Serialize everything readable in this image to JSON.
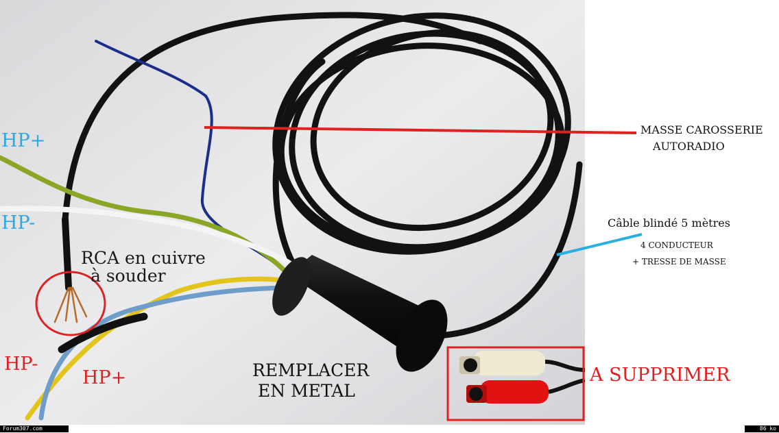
{
  "colors": {
    "cyan_label": "#29a9e0",
    "red_label": "#e02020",
    "annotation_red": "#dd2222",
    "annotation_cyan": "#2ab0e0",
    "cable_black": "#121212"
  },
  "labels": {
    "hp_plus_left": "HP+",
    "hp_minus_left": "HP-",
    "rca_line1": "RCA en cuivre",
    "rca_line2": "à souder",
    "hp_minus_bottom": "HP-",
    "hp_plus_bottom": "HP+",
    "remplacer_line1": "REMPLACER",
    "remplacer_line2": "EN METAL",
    "masse_line1": "MASSE CAROSSERIE",
    "masse_line2": "AUTORADIO",
    "cable_line1": "Câble blindé 5 mètres",
    "cable_line2": "4 CONDUCTEUR",
    "cable_line3": "+ TRESSE DE MASSE",
    "supprimer": "A SUPPRIMER"
  },
  "footer": {
    "site": "Forum307.com",
    "size": "86 ko"
  }
}
